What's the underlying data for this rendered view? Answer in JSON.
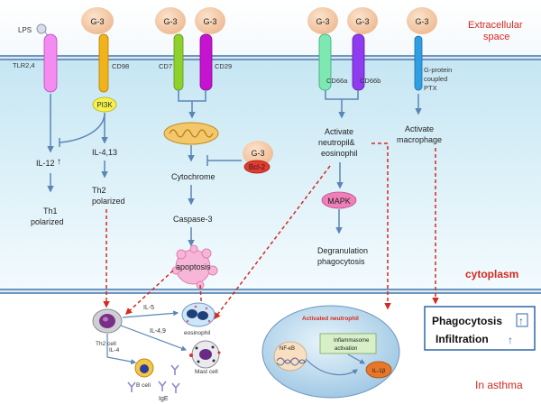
{
  "regions": {
    "extracellular": "Extracellular\nspace",
    "cytoplasm": "cytoplasm",
    "in_asthma": "In asthma"
  },
  "ligand": "G-3",
  "receptors": {
    "lps": "LPS",
    "tlr": "TLR2,4",
    "cd98": "CD98",
    "cd7": "CD7",
    "cd29": "CD29",
    "cd66a": "CD66a",
    "cd66b": "CD66b",
    "gpcr": "G-protein\ncoupled\nPTX"
  },
  "nodes": {
    "pi3k": "PI3K",
    "il12": "IL-12",
    "il12_arrow": "↑",
    "il413": "IL-4,13",
    "th1": "Th1\npolarized",
    "th2": "Th2\npolarized",
    "cytochrome": "Cytochrome",
    "bcl2": "Bcl-2",
    "caspase": "Caspase-3",
    "apoptosis": "apoptosis",
    "activate_neutro": "Activate\nneutropil&\neosinophil",
    "mapk": "MAPK",
    "degran": "Degranulation\nphagocytosis",
    "activate_macro": "Activate\nmacrophage"
  },
  "lower": {
    "th2cell": "Th2 cell",
    "il5": "IL-5",
    "il49": "IL-4,9",
    "il4": "IL-4",
    "eosinophil": "eosinophil",
    "mastcell": "Mast cell",
    "bcell": "B cell",
    "ige": "IgE",
    "activated_neutrophil": "Activated neutrophil",
    "nfkb": "NF-κB",
    "inflammasome": "Inflammasome\nactivation",
    "il1b": "IL-1β"
  },
  "outcomes": {
    "phago": "Phagocytosis",
    "infil": "Infiltration",
    "up": "↑"
  },
  "colors": {
    "membrane": "#6f96bf",
    "cyto": "#e6f6fb",
    "ligand": "#f7d2b1",
    "arrow": "#5a86b5",
    "red": "#d42a20"
  }
}
